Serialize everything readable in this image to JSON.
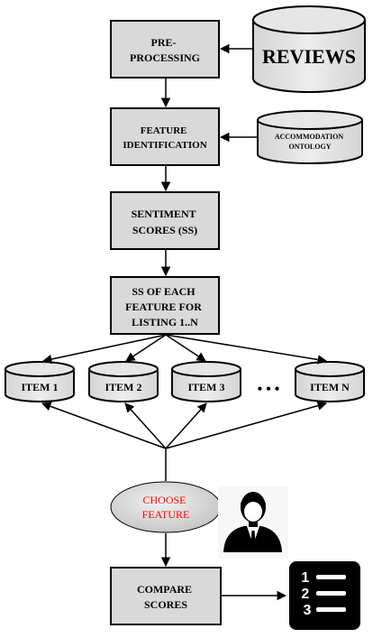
{
  "boxes": {
    "preprocessing": [
      "PRE-",
      "PROCESSING"
    ],
    "feature_identification": [
      "FEATURE",
      "IDENTIFICATION"
    ],
    "sentiment_scores": [
      "SENTIMENT",
      "SCORES (SS)"
    ],
    "ss_each_feature": [
      "SS OF EACH",
      "FEATURE FOR",
      "LISTING 1..N"
    ],
    "compare_scores": [
      "COMPARE",
      "SCORES"
    ]
  },
  "databases": {
    "reviews": "REVIEWS",
    "ontology": [
      "ACCOMMODATION",
      "ONTOLOGY"
    ]
  },
  "items": [
    "ITEM 1",
    "ITEM 2",
    "ITEM 3",
    "ITEM N"
  ],
  "ellipsis": "• • •",
  "choose_feature": [
    "CHOOSE",
    "FEATURE"
  ],
  "icons": {
    "user": "user-icon",
    "ranked_list": "ranked-list-icon"
  },
  "colors": {
    "box_fill": "#d9d9d9",
    "choose_text": "#ff0000",
    "ellipse_fill": "#d9d9d9"
  }
}
